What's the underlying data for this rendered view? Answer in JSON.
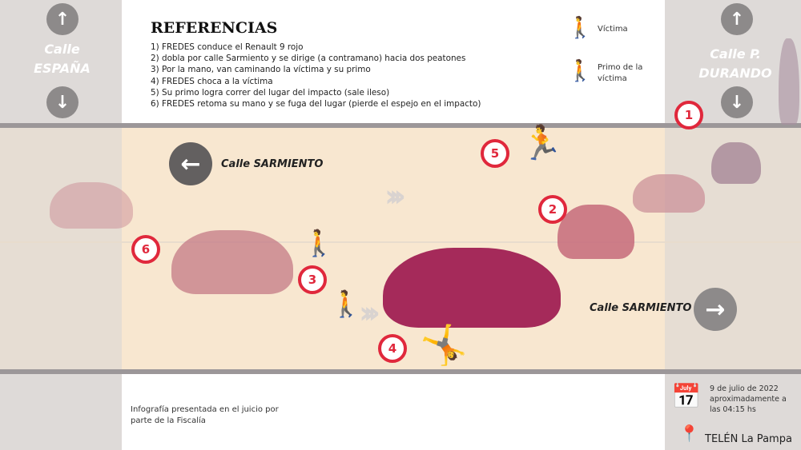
{
  "title": "REFERENCIAS",
  "references": [
    "1) FREDES conduce el Renault 9 rojo",
    "2) dobla por calle Sarmiento y se dirige (a contramano) hacia dos peatones",
    "3) Por la mano, van caminando la víctima y su primo",
    "4) FREDES choca a la víctima",
    "5) Su primo logra correr del lugar del impacto (sale ileso)",
    "6) FREDES retoma su mano y se fuga del lugar (pierde el espejo en el impacto)"
  ],
  "legend": {
    "victim": "Víctima",
    "cousin": "Primo de la víctima",
    "victim_color": "#c8102e",
    "cousin_color": "#1f2a5a"
  },
  "streets": {
    "left": "Calle ESPAÑA",
    "right": "Calle P. DURANDO",
    "sarmiento_left": "Calle SARMIENTO",
    "sarmiento_right": "Calle SARMIENTO"
  },
  "markers": [
    "1",
    "2",
    "3",
    "4",
    "5",
    "6"
  ],
  "credit": "Infografía presentada en el juicio por parte de la Fiscalía",
  "date": "9 de julio de 2022 aproximadamente a las 04:15 hs",
  "source": "TELÉN La Pampa",
  "colors": {
    "car": "#a52a5a",
    "marker": "#e0283c",
    "road": "#f8e7d0"
  }
}
